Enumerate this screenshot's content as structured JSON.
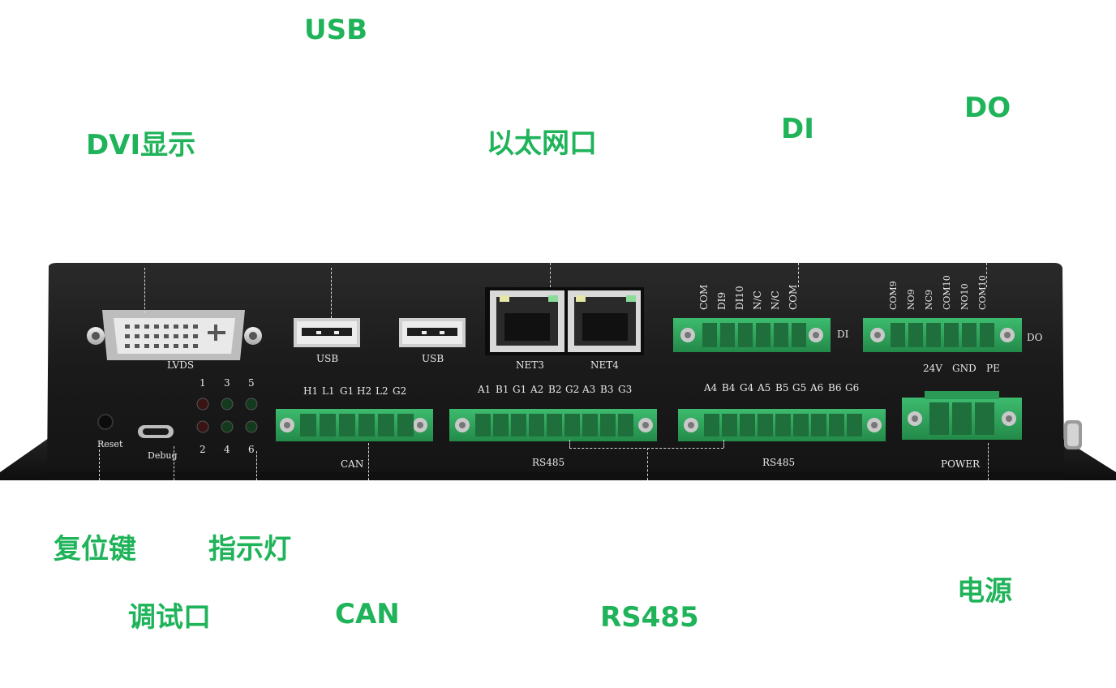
{
  "callouts": {
    "usb": "USB",
    "dvi": "DVI显示",
    "ethernet": "以太网口",
    "di": "DI",
    "do": "DO",
    "reset": "复位键",
    "indicator": "指示灯",
    "debug": "调试口",
    "can": "CAN",
    "rs485": "RS485",
    "power": "电源"
  },
  "silkscreen": {
    "lvds": "LVDS",
    "usb1": "USB",
    "usb2": "USB",
    "net3": "NET3",
    "net4": "NET4",
    "reset": "Reset",
    "debug": "Debug",
    "can": "CAN",
    "rs485_left": "RS485",
    "rs485_right": "RS485",
    "power": "POWER",
    "di": "DI",
    "do": "DO",
    "led_top": [
      "1",
      "3",
      "5"
    ],
    "led_bottom": [
      "2",
      "4",
      "6"
    ],
    "can_pins": [
      "H1",
      "L1",
      "G1",
      "H2",
      "L2",
      "G2"
    ],
    "rs485_left_pins": [
      "A1",
      "B1",
      "G1",
      "A2",
      "B2",
      "G2",
      "A3",
      "B3",
      "G3"
    ],
    "rs485_right_pins": [
      "A4",
      "B4",
      "G4",
      "A5",
      "B5",
      "G5",
      "A6",
      "B6",
      "G6"
    ],
    "di_pins": [
      "COM",
      "DI9",
      "DI10",
      "N/C",
      "N/C",
      "COM"
    ],
    "do_pins": [
      "COM9",
      "NO9",
      "NC9",
      "COM10",
      "NO10",
      "COM10"
    ],
    "power_pins": [
      "24V",
      "GND",
      "PE"
    ]
  },
  "colors": {
    "callout_green": "#1fb35a",
    "terminal_green": "#2fa35c",
    "chassis": "#1c1c1c"
  }
}
